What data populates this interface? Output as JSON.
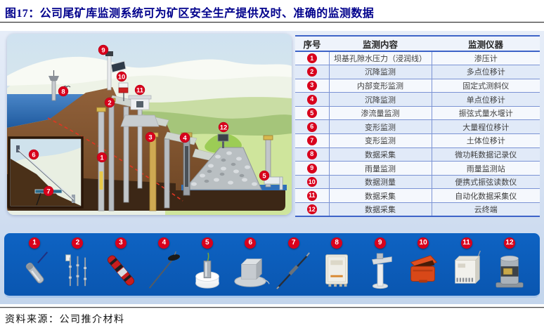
{
  "title": "图17：公司尾矿库监测系统可为矿区安全生产提供及时、准确的监测数据",
  "source": "资料来源：公司推介材料",
  "table": {
    "headers": [
      "序号",
      "监测内容",
      "监测仪器"
    ],
    "rows": [
      {
        "no": "1",
        "content": "坝基孔隙水压力（浸润线）",
        "instrument": "渗压计"
      },
      {
        "no": "2",
        "content": "沉降监测",
        "instrument": "多点位移计"
      },
      {
        "no": "3",
        "content": "内部变形监测",
        "instrument": "固定式测斜仪"
      },
      {
        "no": "4",
        "content": "沉降监测",
        "instrument": "单点位移计"
      },
      {
        "no": "5",
        "content": "渗流量监测",
        "instrument": "振弦式量水堰计"
      },
      {
        "no": "6",
        "content": "变形监测",
        "instrument": "大量程位移计"
      },
      {
        "no": "7",
        "content": "变形监测",
        "instrument": "土体位移计"
      },
      {
        "no": "8",
        "content": "数据采集",
        "instrument": "微功耗数据记录仪"
      },
      {
        "no": "9",
        "content": "雨量监测",
        "instrument": "雨量监测站"
      },
      {
        "no": "10",
        "content": "数据测量",
        "instrument": "便携式振弦读数仪"
      },
      {
        "no": "11",
        "content": "数据采集",
        "instrument": "自动化数据采集仪"
      },
      {
        "no": "12",
        "content": "数据采集",
        "instrument": "云终端"
      }
    ]
  },
  "diagram": {
    "markers": [
      "1",
      "2",
      "3",
      "4",
      "5",
      "6",
      "7",
      "8",
      "9",
      "10",
      "11",
      "12"
    ]
  },
  "strip": {
    "items": [
      "1",
      "2",
      "3",
      "4",
      "5",
      "6",
      "7",
      "8",
      "9",
      "10",
      "11",
      "12"
    ],
    "icons": [
      "piezometer-icon",
      "multipoint-extensometer-icon",
      "fixed-inclinometer-icon",
      "single-point-extensometer-icon",
      "weir-gauge-icon",
      "large-range-displacement-meter-icon",
      "soil-displacement-meter-icon",
      "low-power-data-recorder-icon",
      "rain-monitoring-station-icon",
      "portable-vw-readout-icon",
      "automated-data-acquisition-icon",
      "cloud-terminal-icon"
    ]
  },
  "colors": {
    "title": "#00008C",
    "badge_red": "#D8001C",
    "strip_bg": "#0A56B0",
    "table_line": "#3E64C8",
    "water_blue": "#2F6FB8",
    "dam_brown": "#7A4A28"
  }
}
